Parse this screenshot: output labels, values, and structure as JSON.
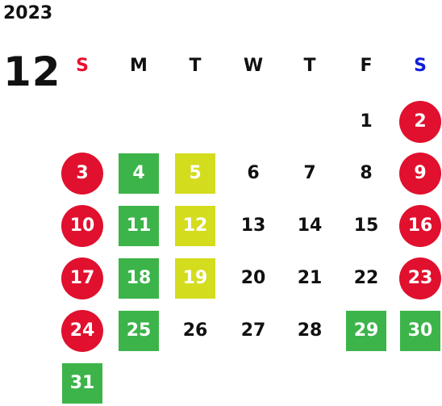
{
  "year": "2023",
  "month": "12",
  "weekdays": [
    {
      "label": "S",
      "color": "#e8102e"
    },
    {
      "label": "M",
      "color": "#111111"
    },
    {
      "label": "T",
      "color": "#111111"
    },
    {
      "label": "W",
      "color": "#111111"
    },
    {
      "label": "T",
      "color": "#111111"
    },
    {
      "label": "F",
      "color": "#111111"
    },
    {
      "label": "S",
      "color": "#1020d8"
    }
  ],
  "colors": {
    "holiday_red": "#e0102e",
    "green": "#3cb44a",
    "yellow": "#d4dc1e"
  },
  "weeks": [
    [
      null,
      null,
      null,
      null,
      null,
      {
        "day": "1",
        "style": "plain"
      },
      {
        "day": "2",
        "style": "red"
      }
    ],
    [
      {
        "day": "3",
        "style": "red"
      },
      {
        "day": "4",
        "style": "green"
      },
      {
        "day": "5",
        "style": "yellow"
      },
      {
        "day": "6",
        "style": "plain"
      },
      {
        "day": "7",
        "style": "plain"
      },
      {
        "day": "8",
        "style": "plain"
      },
      {
        "day": "9",
        "style": "red"
      }
    ],
    [
      {
        "day": "10",
        "style": "red"
      },
      {
        "day": "11",
        "style": "green"
      },
      {
        "day": "12",
        "style": "yellow"
      },
      {
        "day": "13",
        "style": "plain"
      },
      {
        "day": "14",
        "style": "plain"
      },
      {
        "day": "15",
        "style": "plain"
      },
      {
        "day": "16",
        "style": "red"
      }
    ],
    [
      {
        "day": "17",
        "style": "red"
      },
      {
        "day": "18",
        "style": "green"
      },
      {
        "day": "19",
        "style": "yellow"
      },
      {
        "day": "20",
        "style": "plain"
      },
      {
        "day": "21",
        "style": "plain"
      },
      {
        "day": "22",
        "style": "plain"
      },
      {
        "day": "23",
        "style": "red"
      }
    ],
    [
      {
        "day": "24",
        "style": "red"
      },
      {
        "day": "25",
        "style": "green"
      },
      {
        "day": "26",
        "style": "plain"
      },
      {
        "day": "27",
        "style": "plain"
      },
      {
        "day": "28",
        "style": "plain"
      },
      {
        "day": "29",
        "style": "green"
      },
      {
        "day": "30",
        "style": "green"
      }
    ],
    [
      {
        "day": "31",
        "style": "green"
      },
      null,
      null,
      null,
      null,
      null,
      null
    ]
  ]
}
